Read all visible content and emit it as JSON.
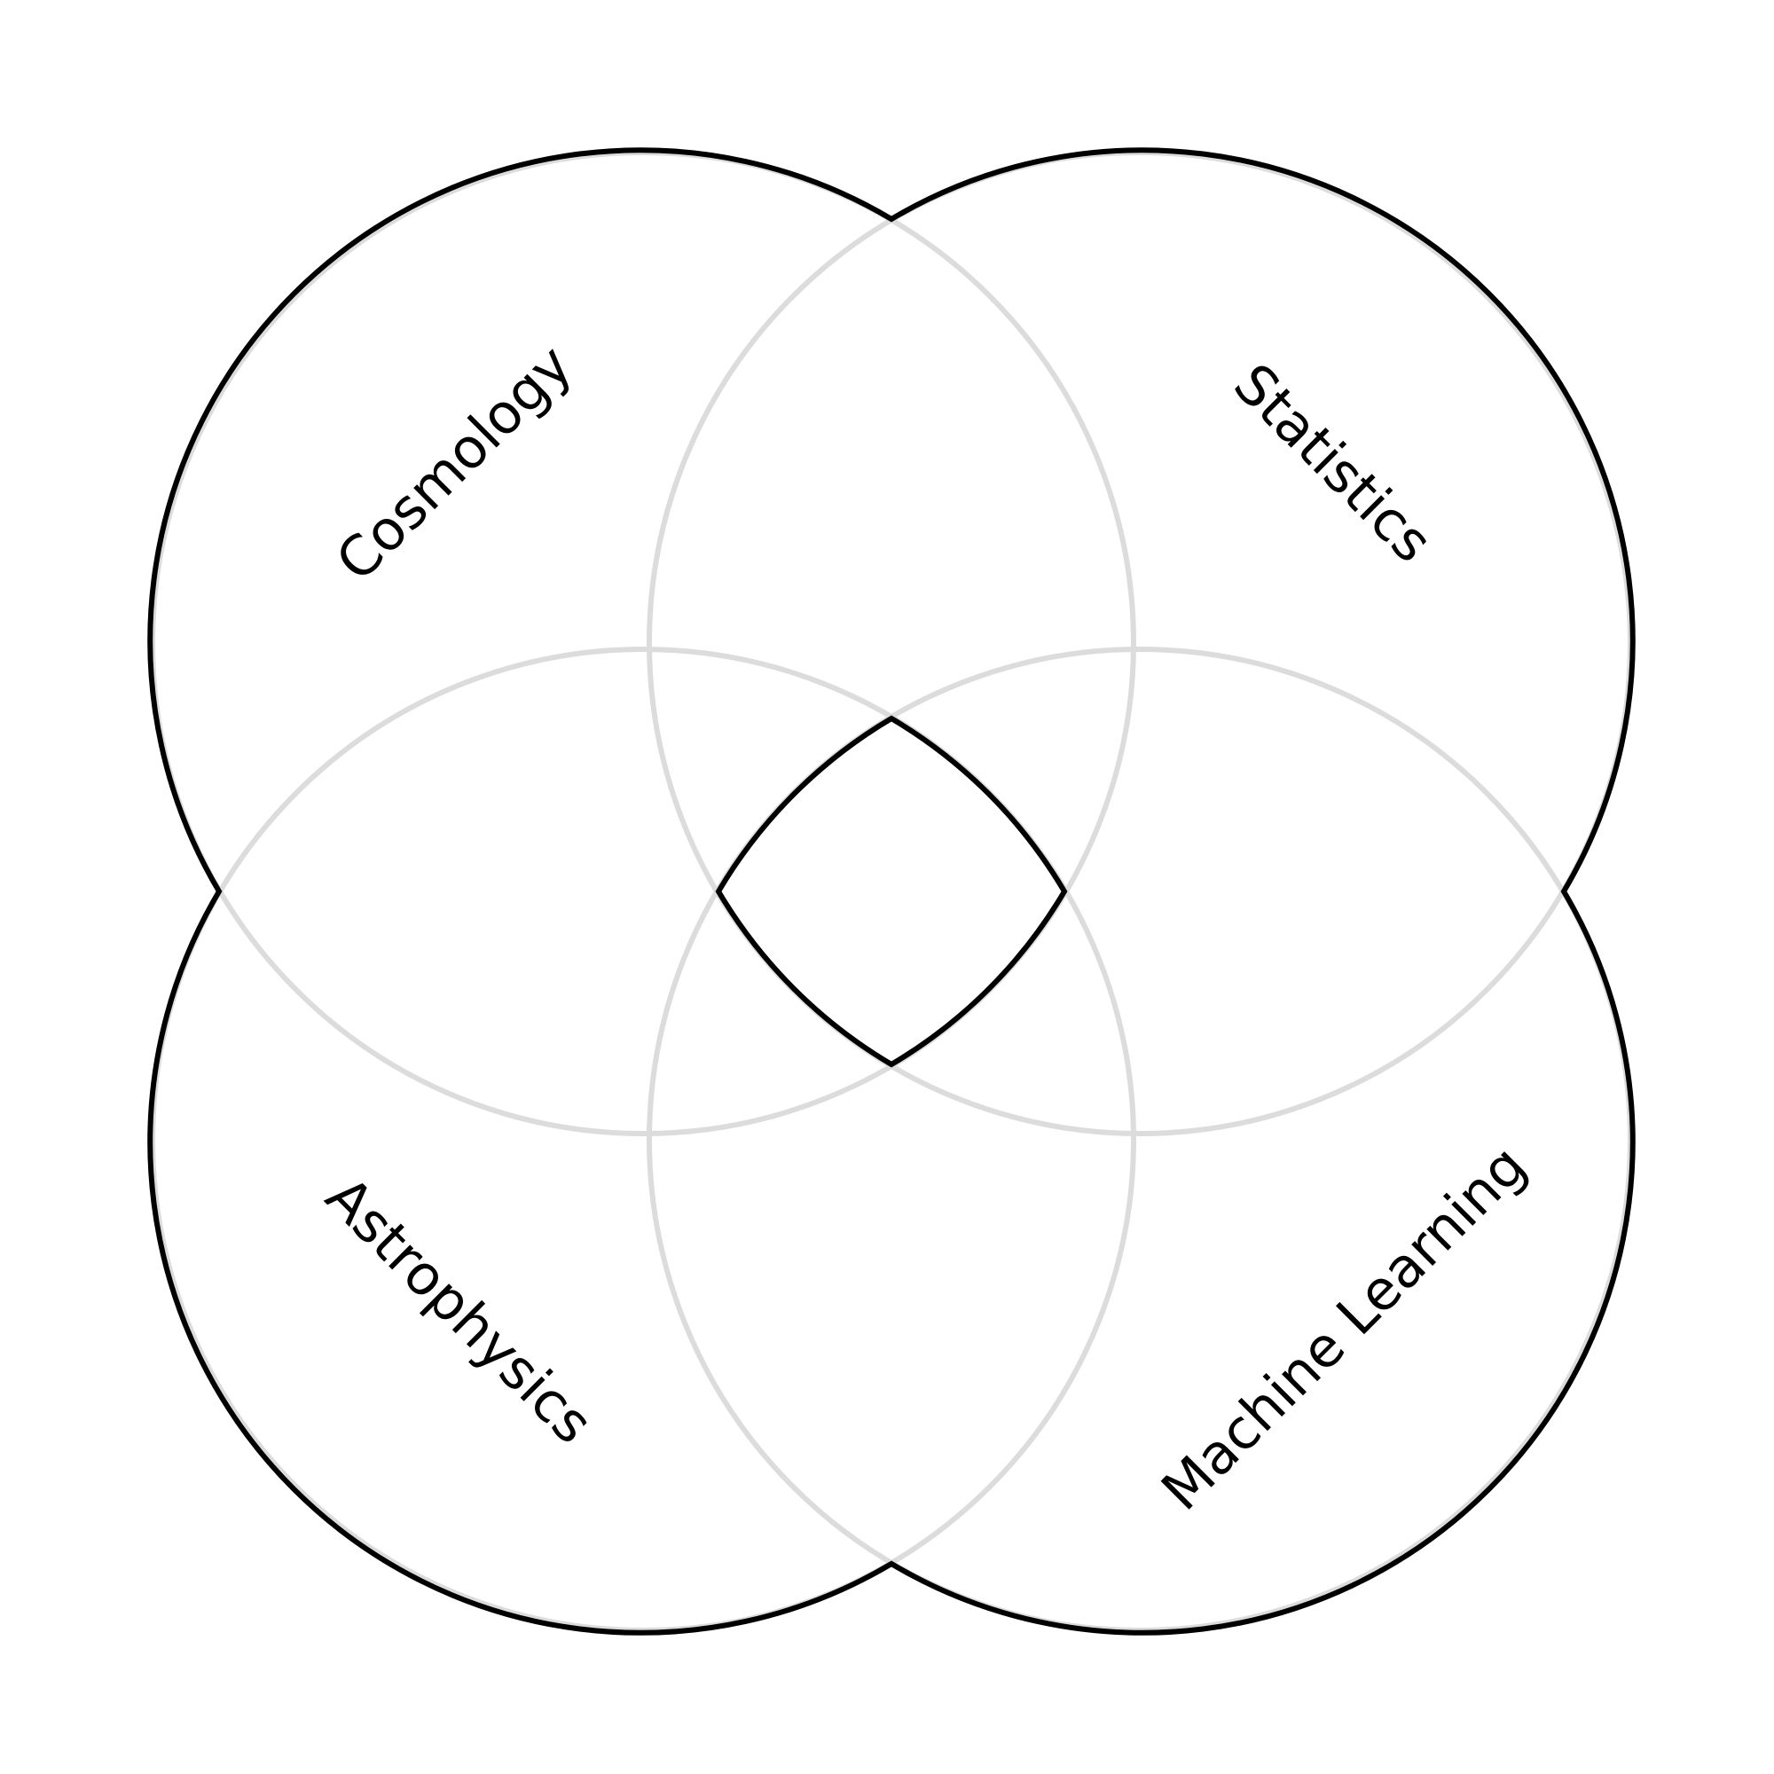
{
  "diagram": {
    "type": "venn-4",
    "sets": [
      {
        "id": "cosmology",
        "label": "Cosmology"
      },
      {
        "id": "statistics",
        "label": "Statistics"
      },
      {
        "id": "astrophysics",
        "label": "Astrophysics"
      },
      {
        "id": "machine_learning",
        "label": "Machine Learning"
      }
    ],
    "colors": {
      "background": "#ffffff",
      "circle_stroke": "#dcdcdc",
      "outline_stroke": "#000000",
      "label": "#000000"
    }
  }
}
